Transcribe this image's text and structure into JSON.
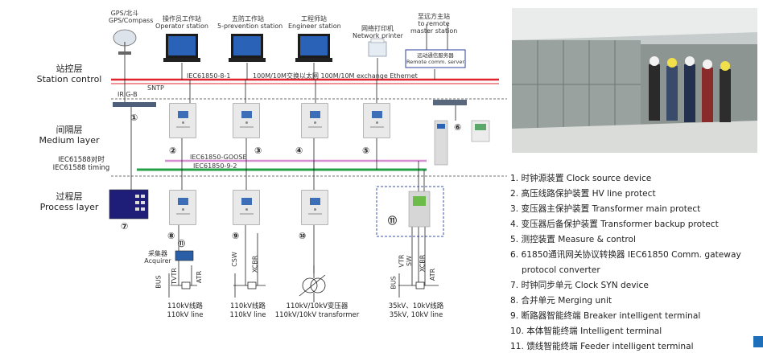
{
  "top_devices": {
    "gps": [
      "GPS/北斗",
      "GPS/Compass"
    ],
    "operator": [
      "操作员工作站",
      "Operator station"
    ],
    "prevention": [
      "五防工作站",
      "5-prevention station"
    ],
    "engineer": [
      "工程师站",
      "Engineer station"
    ],
    "printer": [
      "网络打印机",
      "Network printer"
    ],
    "remote": [
      "至远方主站",
      "to remote",
      "master station"
    ],
    "remote_server": [
      "远动通信服务器",
      "Remote comm. server"
    ]
  },
  "layers": {
    "station": [
      "站控层",
      "Station control"
    ],
    "medium": [
      "间隔层",
      "Medium layer"
    ],
    "timing": [
      "IEC61588对时",
      "IEC61588 timing"
    ],
    "process": [
      "过程层",
      "Process layer"
    ]
  },
  "bus_labels": {
    "iec850_8_1": "IEC61850-8-1",
    "ethernet": "100M/10M交换以太网 100M/10M exchange Ethernet",
    "sntp": "SNTP",
    "irigb": "IRIG-B",
    "goose": "IEC61850-GOOSE",
    "sv": "IEC61850-9-2"
  },
  "markers": [
    "①",
    "②",
    "③",
    "④",
    "⑤",
    "⑥",
    "⑦",
    "⑧",
    "⑨",
    "⑩",
    "⑪",
    "⑪"
  ],
  "acquirer": [
    "采集器",
    "Acquirer"
  ],
  "wire_labels": {
    "bus": "BUS",
    "tvtr": "TVTR",
    "atr": "ATR",
    "csw": "CSW",
    "xcbr": "XCBR",
    "vtr": "VTR",
    "sw": "SW"
  },
  "bay_captions": [
    [
      "110kV线路",
      "110kV line"
    ],
    [
      "110kV线路",
      "110kV line"
    ],
    [
      "110kV/10kV变压器",
      "110kV/10kV transformer"
    ],
    [
      "35kV、10kV线路",
      "35kV, 10kV line"
    ]
  ],
  "legend": [
    "1. 时钟源装置  Clock source device",
    "2. 高压线路保护装置  HV line protect",
    "3. 变压器主保护装置  Transformer main protect",
    "4. 变压器后备保护装置  Transformer backup protect",
    "5. 测控装置  Measure & control",
    "6. 61850通讯网关协议转换器  IEC61850 Comm. gateway",
    "protocol converter",
    "7. 时钟同步单元  Clock SYN device",
    "8. 合并单元  Merging unit",
    "9. 断路器智能终端  Breaker intelligent terminal",
    "10. 本体智能终端  Intelligent terminal",
    "11. 馈线智能终端  Feeder intelligent terminal"
  ],
  "colors": {
    "station_bus": "#e0232e",
    "sntp_bus": "#e0232e",
    "goose_bus": "#d88fd2",
    "sv_bus": "#25a047",
    "accent_button": "#1e6fb9"
  }
}
